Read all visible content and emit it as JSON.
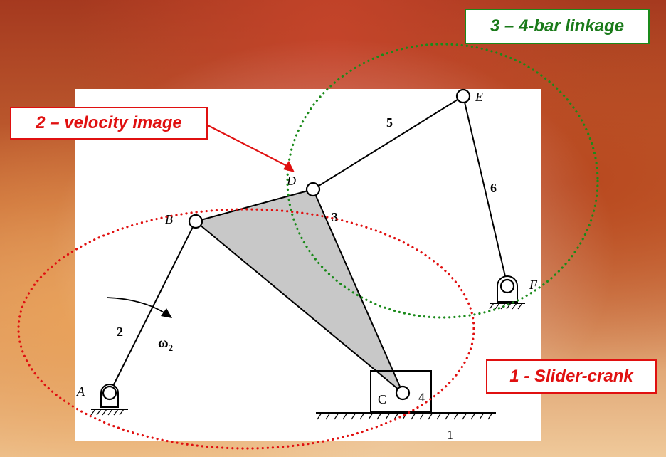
{
  "callouts": {
    "velocity_image": "2 – velocity image",
    "four_bar": "3 – 4-bar linkage",
    "slider_crank": "1 - Slider-crank"
  },
  "labels": {
    "A": "A",
    "B": "B",
    "C": "C",
    "D": "D",
    "E": "E",
    "F": "F",
    "link_1": "1",
    "link_2": "2",
    "link_3": "3",
    "link_4": "4",
    "link_5": "5",
    "link_6": "6",
    "omega": "ω",
    "omega_sub": "2"
  },
  "colors": {
    "red": "#e01010",
    "green": "#1a8a1a",
    "shade": "#c8c8c8"
  }
}
